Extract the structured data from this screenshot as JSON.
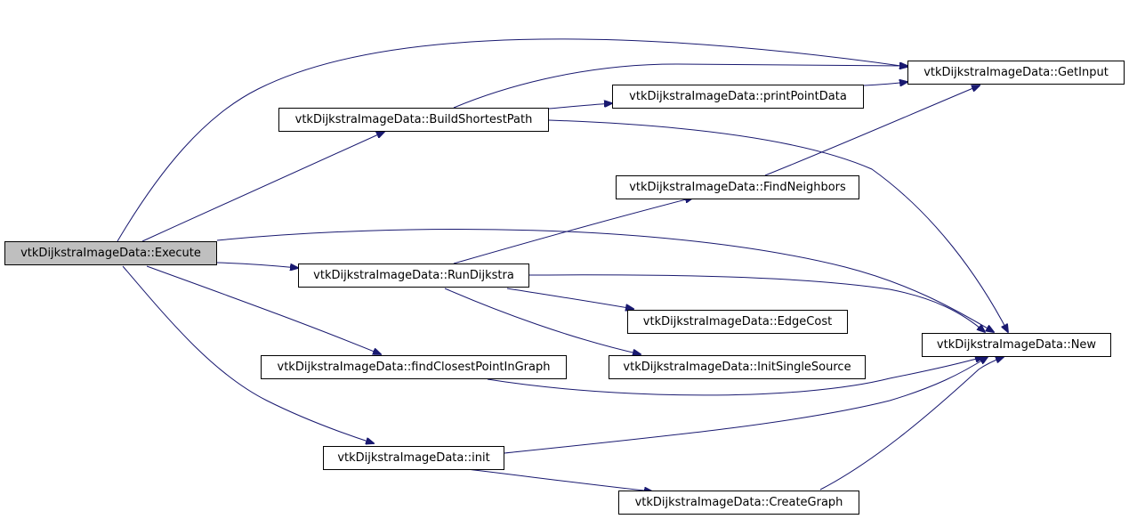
{
  "accent_color": "#191970",
  "root_fill": "#bfbfbf",
  "nodes": {
    "execute": "vtkDijkstraImageData::Execute",
    "build_shortest_path": "vtkDijkstraImageData::BuildShortestPath",
    "get_input": "vtkDijkstraImageData::GetInput",
    "print_point_data": "vtkDijkstraImageData::printPointData",
    "find_neighbors": "vtkDijkstraImageData::FindNeighbors",
    "run_dijkstra": "vtkDijkstraImageData::RunDijkstra",
    "edge_cost": "vtkDijkstraImageData::EdgeCost",
    "new": "vtkDijkstraImageData::New",
    "find_closest_point": "vtkDijkstraImageData::findClosestPointInGraph",
    "init_single_source": "vtkDijkstraImageData::InitSingleSource",
    "init": "vtkDijkstraImageData::init",
    "create_graph": "vtkDijkstraImageData::CreateGraph"
  },
  "edges": [
    [
      "execute",
      "get_input"
    ],
    [
      "execute",
      "build_shortest_path"
    ],
    [
      "execute",
      "new"
    ],
    [
      "execute",
      "run_dijkstra"
    ],
    [
      "execute",
      "find_closest_point"
    ],
    [
      "execute",
      "init"
    ],
    [
      "build_shortest_path",
      "get_input"
    ],
    [
      "build_shortest_path",
      "print_point_data"
    ],
    [
      "build_shortest_path",
      "new"
    ],
    [
      "print_point_data",
      "get_input"
    ],
    [
      "find_neighbors",
      "get_input"
    ],
    [
      "run_dijkstra",
      "find_neighbors"
    ],
    [
      "run_dijkstra",
      "new"
    ],
    [
      "run_dijkstra",
      "edge_cost"
    ],
    [
      "run_dijkstra",
      "init_single_source"
    ],
    [
      "find_closest_point",
      "new"
    ],
    [
      "init",
      "new"
    ],
    [
      "init",
      "create_graph"
    ],
    [
      "create_graph",
      "new"
    ]
  ]
}
